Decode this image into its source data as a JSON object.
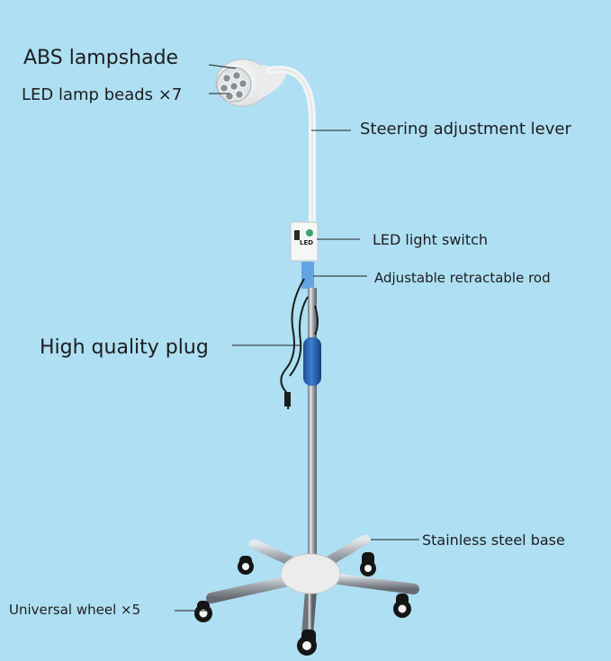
{
  "background_color": "#aedff3",
  "labels": {
    "abs_lampshade": "ABS lampshade",
    "led_lamp_beads": "LED lamp beads ×7",
    "steering_lever": "Steering adjustment lever",
    "led_switch": "LED light switch",
    "retractable_rod": "Adjustable retractable rod",
    "plug": "High quality plug",
    "steel_base": "Stainless steel base",
    "universal_wheel": "Universal wheel ×5"
  },
  "switch_box": {
    "brand_text": "LED"
  }
}
